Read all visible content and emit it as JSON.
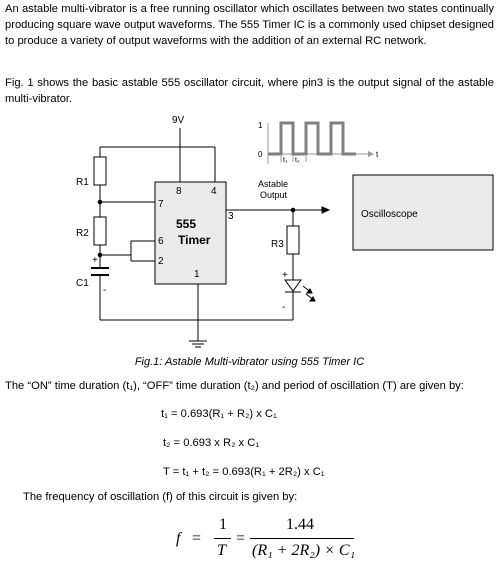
{
  "intro_paragraph": "An astable multi-vibrator is a free running oscillator which oscillates between two states continually producing square wave output waveforms. The 555 Timer IC is a commonly used chipset designed to produce a variety of output waveforms with the addition of an external RC network.",
  "fig_paragraph": "Fig. 1 shows the basic astable 555 oscillator circuit, where pin3 is the output signal of the astable multi-vibrator.",
  "figure": {
    "supply_label": "9V",
    "r1_label": "R1",
    "r2_label": "R2",
    "c1_label": "C1",
    "r3_label": "R3",
    "ic_line1": "555",
    "ic_line2": "Timer",
    "pin_8": "8",
    "pin_4": "4",
    "pin_7": "7",
    "pin_3": "3",
    "pin_6": "6",
    "pin_2": "2",
    "pin_1": "1",
    "plus_c1": "+",
    "minus_c1": "-",
    "plus_led": "+",
    "minus_led": "-",
    "astable_output_line1": "Astable",
    "astable_output_line2": "Output",
    "oscilloscope_label": "Oscilloscope",
    "wave_high": "1",
    "wave_low": "0",
    "wave_t1": "t₁",
    "wave_t2": "t₂",
    "wave_time": "t",
    "caption": "Fig.1: Astable Multi-vibrator using 555 Timer IC"
  },
  "timing_paragraph": "The “ON” time duration (t₁), “OFF” time duration (t₂) and period of oscillation (T) are given by:",
  "equations": {
    "t1": "t₁ = 0.693(R₁ + R₂) x C₁",
    "t2": "t₂ = 0.693 x R₂ x C₁",
    "period": "T = t₁ + t₂ = 0.693(R₁ + 2R₂) x C₁"
  },
  "frequency_paragraph": "The frequency of oscillation (f) of this circuit is given by:",
  "frequency_formula": {
    "f": "f",
    "eq1": "=",
    "num1": "1",
    "den1": "T",
    "eq2": "=",
    "num2": "1.44",
    "den2": "(R₁ + 2R₂) × C₁"
  }
}
